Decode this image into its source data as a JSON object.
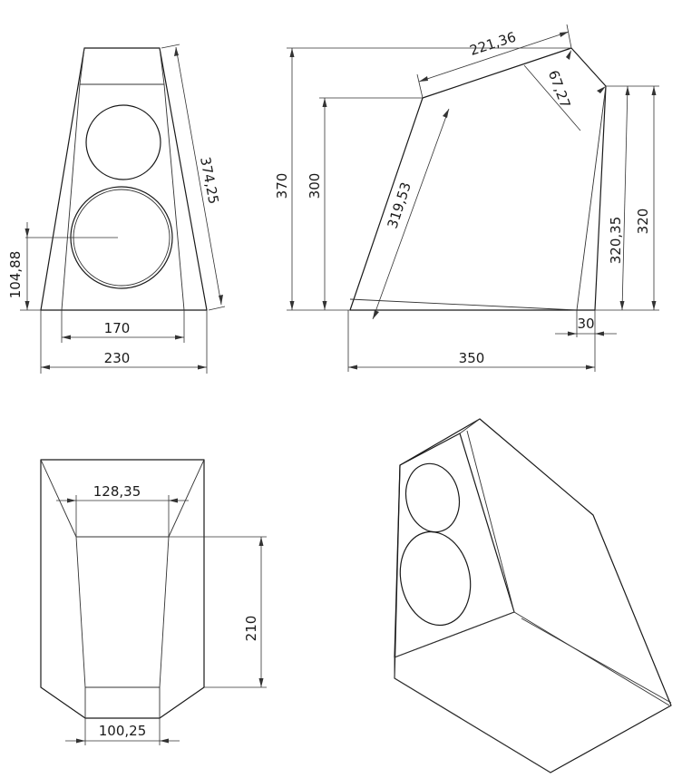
{
  "dimensions": {
    "front_slant_length": "374,25",
    "front_woofer_height": "104,88",
    "front_bottom_inner": "170",
    "front_bottom_width": "230",
    "side_top_length": "221,36",
    "side_top_bevel": "67,27",
    "side_overall_height": "370",
    "side_rear_height": "300",
    "side_front_slant": "319,53",
    "side_front_slant_vertical": "320,35",
    "side_front_height": "320",
    "side_front_offset": "30",
    "side_depth": "350",
    "top_width": "128,35",
    "top_depth": "210",
    "top_bottom_width": "100,25"
  },
  "colors": {
    "line": "#1a1a1a",
    "background": "#ffffff"
  }
}
